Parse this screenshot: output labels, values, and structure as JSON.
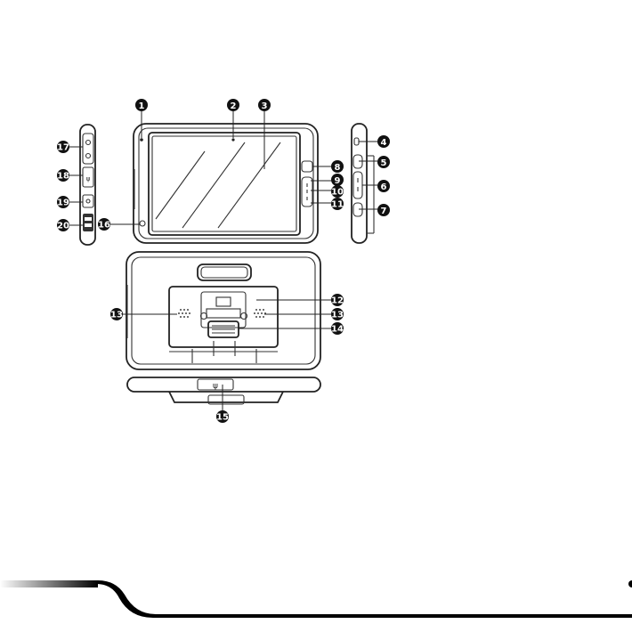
{
  "diagram": {
    "callouts": [
      {
        "id": "c1",
        "label": "1"
      },
      {
        "id": "c2",
        "label": "2"
      },
      {
        "id": "c3",
        "label": "3"
      },
      {
        "id": "c4",
        "label": "4"
      },
      {
        "id": "c5",
        "label": "5"
      },
      {
        "id": "c6",
        "label": "6"
      },
      {
        "id": "c7",
        "label": "7"
      },
      {
        "id": "c8",
        "label": "8"
      },
      {
        "id": "c9",
        "label": "9"
      },
      {
        "id": "c10",
        "label": "10"
      },
      {
        "id": "c11",
        "label": "11"
      },
      {
        "id": "c12",
        "label": "12"
      },
      {
        "id": "c13a",
        "label": "13"
      },
      {
        "id": "c13b",
        "label": "13"
      },
      {
        "id": "c14",
        "label": "14"
      },
      {
        "id": "c15",
        "label": "15"
      },
      {
        "id": "c16",
        "label": "16"
      },
      {
        "id": "c17",
        "label": "17"
      },
      {
        "id": "c18",
        "label": "18"
      },
      {
        "id": "c19",
        "label": "19"
      },
      {
        "id": "c20",
        "label": "20"
      }
    ]
  },
  "colors": {
    "line": "#222222",
    "callout_fill": "#111111",
    "footer_band": "#000000"
  }
}
